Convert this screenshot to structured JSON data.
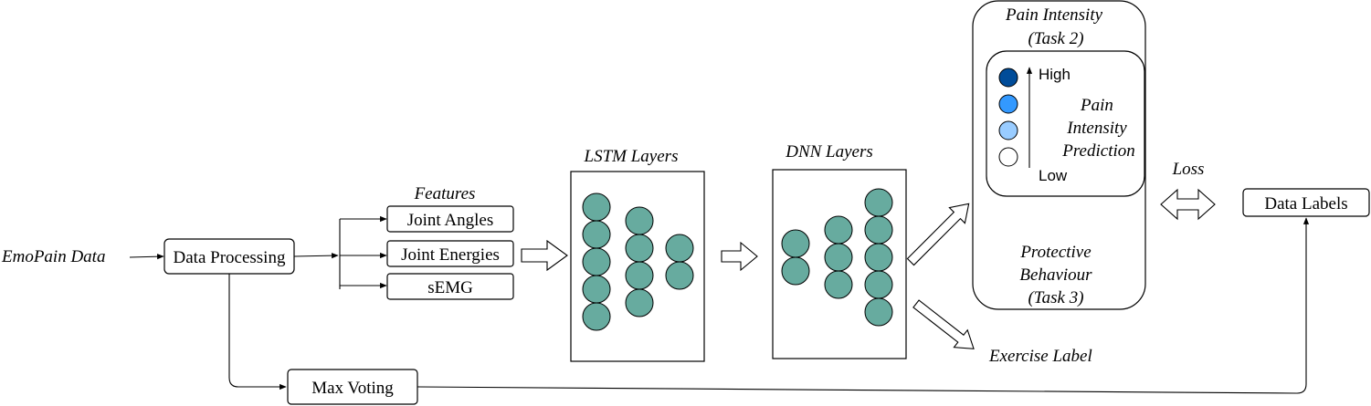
{
  "input_label": "EmoPain Data",
  "processing": {
    "label": "Data Processing"
  },
  "features": {
    "title": "Features",
    "items": [
      "Joint Angles",
      "Joint Energies",
      "sEMG"
    ]
  },
  "lstm": {
    "title": "LSTM Layers",
    "columns": [
      5,
      4,
      2
    ]
  },
  "dnn": {
    "title": "DNN Layers",
    "columns": [
      2,
      3,
      5
    ]
  },
  "pain_intensity": {
    "title_line1": "Pain Intensity",
    "title_line2": "(Task 2)",
    "scale_high": "High",
    "scale_low": "Low",
    "prediction_line1": "Pain",
    "prediction_line2": "Intensity",
    "prediction_line3": "Prediction",
    "level_colors": [
      "#004c99",
      "#3399ff",
      "#99ccff",
      "#ffffff"
    ]
  },
  "protective": {
    "line1": "Protective",
    "line2": "Behaviour",
    "line3": "(Task 3)"
  },
  "exercise_label": "Exercise Label",
  "loss_label": "Loss",
  "data_labels": "Data Labels",
  "max_voting": "Max Voting",
  "colors": {
    "neuron": "#67ab9f",
    "stroke": "#000000"
  }
}
